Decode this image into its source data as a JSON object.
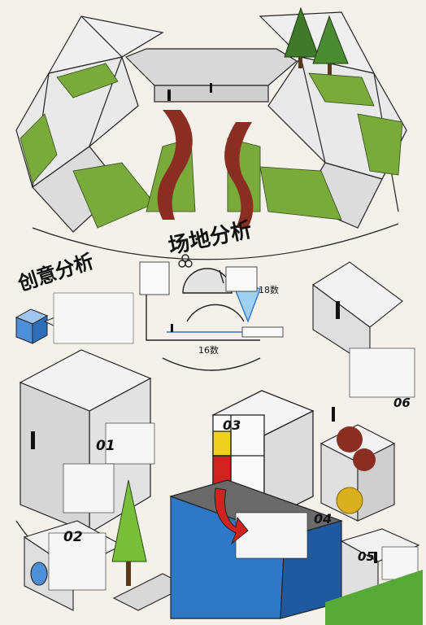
{
  "headings": {
    "site_analysis": "场地分析",
    "concept_analysis": "创意分析"
  },
  "numbers": [
    "01",
    "02",
    "03",
    "04",
    "05",
    "06"
  ],
  "dimensions": {
    "d16": "16数",
    "d18": "18数"
  },
  "colors": {
    "paper": "#f4f1ea",
    "grass": "#7aaa3a",
    "water": "#2f78c8",
    "red": "#d0221e",
    "yellow": "#f0d020"
  }
}
